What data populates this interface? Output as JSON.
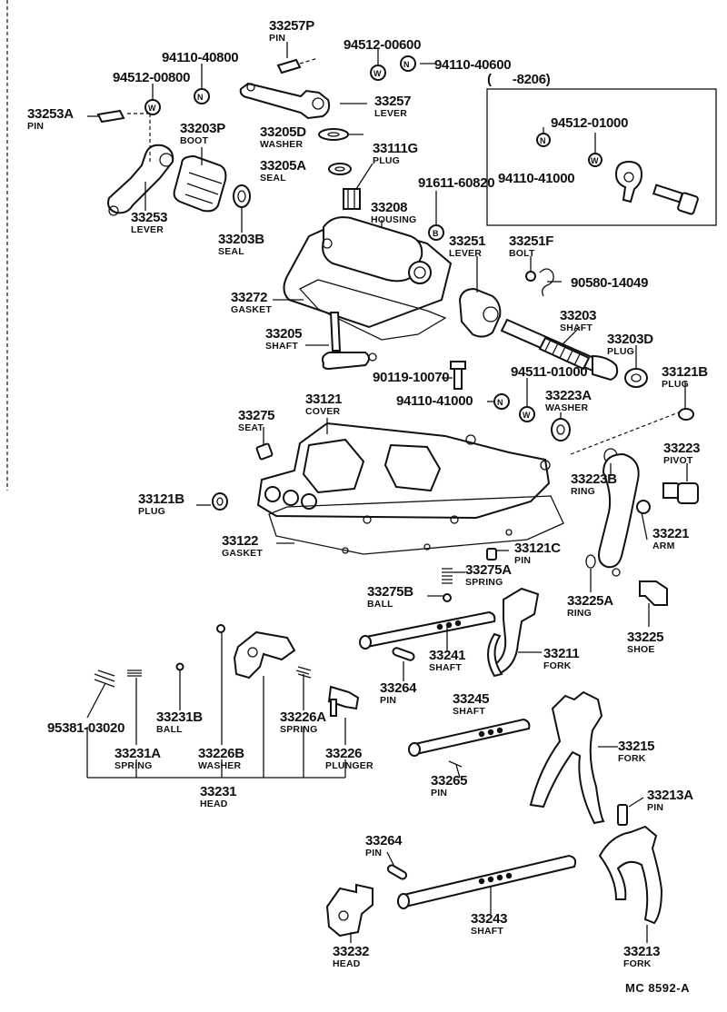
{
  "footer": {
    "reference_code": "MC 8592-A"
  },
  "inset": {
    "label": "(      -8206)"
  },
  "parts": [
    {
      "id": "33257P",
      "num": "33257P",
      "name": "PIN"
    },
    {
      "id": "94512-00600",
      "num": "94512-00600",
      "name": ""
    },
    {
      "id": "94110-40600",
      "num": "94110-40600",
      "name": ""
    },
    {
      "id": "94110-40800",
      "num": "94110-40800",
      "name": ""
    },
    {
      "id": "94512-00800",
      "num": "94512-00800",
      "name": ""
    },
    {
      "id": "33257",
      "num": "33257",
      "name": "LEVER"
    },
    {
      "id": "33253A",
      "num": "33253A",
      "name": "PIN"
    },
    {
      "id": "33203P",
      "num": "33203P",
      "name": "BOOT"
    },
    {
      "id": "33205D",
      "num": "33205D",
      "name": "WASHER"
    },
    {
      "id": "33205A",
      "num": "33205A",
      "name": "SEAL"
    },
    {
      "id": "33111G",
      "num": "33111G",
      "name": "PLUG"
    },
    {
      "id": "94512-01000",
      "num": "94512-01000",
      "name": ""
    },
    {
      "id": "94110-41000-inset",
      "num": "94110-41000",
      "name": ""
    },
    {
      "id": "33253",
      "num": "33253",
      "name": "LEVER"
    },
    {
      "id": "33208",
      "num": "33208",
      "name": "HOUSING"
    },
    {
      "id": "91611-60820",
      "num": "91611-60820",
      "name": ""
    },
    {
      "id": "33203B",
      "num": "33203B",
      "name": "SEAL"
    },
    {
      "id": "33251",
      "num": "33251",
      "name": "LEVER"
    },
    {
      "id": "33251F",
      "num": "33251F",
      "name": "BOLT"
    },
    {
      "id": "90580-14049",
      "num": "90580-14049",
      "name": ""
    },
    {
      "id": "33272",
      "num": "33272",
      "name": "GASKET"
    },
    {
      "id": "33203",
      "num": "33203",
      "name": "SHAFT"
    },
    {
      "id": "33205",
      "num": "33205",
      "name": "SHAFT"
    },
    {
      "id": "33203D",
      "num": "33203D",
      "name": "PLUG"
    },
    {
      "id": "90119-10070",
      "num": "90119-10070",
      "name": ""
    },
    {
      "id": "94511-01000",
      "num": "94511-01000",
      "name": ""
    },
    {
      "id": "33121B-top",
      "num": "33121B",
      "name": "PLUG"
    },
    {
      "id": "94110-41000",
      "num": "94110-41000",
      "name": ""
    },
    {
      "id": "33223A",
      "num": "33223A",
      "name": "WASHER"
    },
    {
      "id": "33275",
      "num": "33275",
      "name": "SEAT"
    },
    {
      "id": "33121",
      "num": "33121",
      "name": "COVER"
    },
    {
      "id": "33223",
      "num": "33223",
      "name": "PIVOT"
    },
    {
      "id": "33223B",
      "num": "33223B",
      "name": "RING"
    },
    {
      "id": "33121B",
      "num": "33121B",
      "name": "PLUG"
    },
    {
      "id": "33221",
      "num": "33221",
      "name": "ARM"
    },
    {
      "id": "33122",
      "num": "33122",
      "name": "GASKET"
    },
    {
      "id": "33121C",
      "num": "33121C",
      "name": "PIN"
    },
    {
      "id": "33275A",
      "num": "33275A",
      "name": "SPRING"
    },
    {
      "id": "33275B",
      "num": "33275B",
      "name": "BALL"
    },
    {
      "id": "33225A",
      "num": "33225A",
      "name": "RING"
    },
    {
      "id": "33225",
      "num": "33225",
      "name": "SHOE"
    },
    {
      "id": "33241",
      "num": "33241",
      "name": "SHAFT"
    },
    {
      "id": "33211",
      "num": "33211",
      "name": "FORK"
    },
    {
      "id": "33264-mid",
      "num": "33264",
      "name": "PIN"
    },
    {
      "id": "95381-03020",
      "num": "95381-03020",
      "name": ""
    },
    {
      "id": "33231B",
      "num": "33231B",
      "name": "BALL"
    },
    {
      "id": "33226A",
      "num": "33226A",
      "name": "SPRING"
    },
    {
      "id": "33245",
      "num": "33245",
      "name": "SHAFT"
    },
    {
      "id": "33215",
      "num": "33215",
      "name": "FORK"
    },
    {
      "id": "33231A",
      "num": "33231A",
      "name": "SPRING"
    },
    {
      "id": "33226B",
      "num": "33226B",
      "name": "WASHER"
    },
    {
      "id": "33226",
      "num": "33226",
      "name": "PLUNGER"
    },
    {
      "id": "33265",
      "num": "33265",
      "name": "PIN"
    },
    {
      "id": "33231",
      "num": "33231",
      "name": "HEAD"
    },
    {
      "id": "33213A",
      "num": "33213A",
      "name": "PIN"
    },
    {
      "id": "33264-bot",
      "num": "33264",
      "name": "PIN"
    },
    {
      "id": "33243",
      "num": "33243",
      "name": "SHAFT"
    },
    {
      "id": "33232",
      "num": "33232",
      "name": "HEAD"
    },
    {
      "id": "33213",
      "num": "33213",
      "name": "FORK"
    }
  ]
}
